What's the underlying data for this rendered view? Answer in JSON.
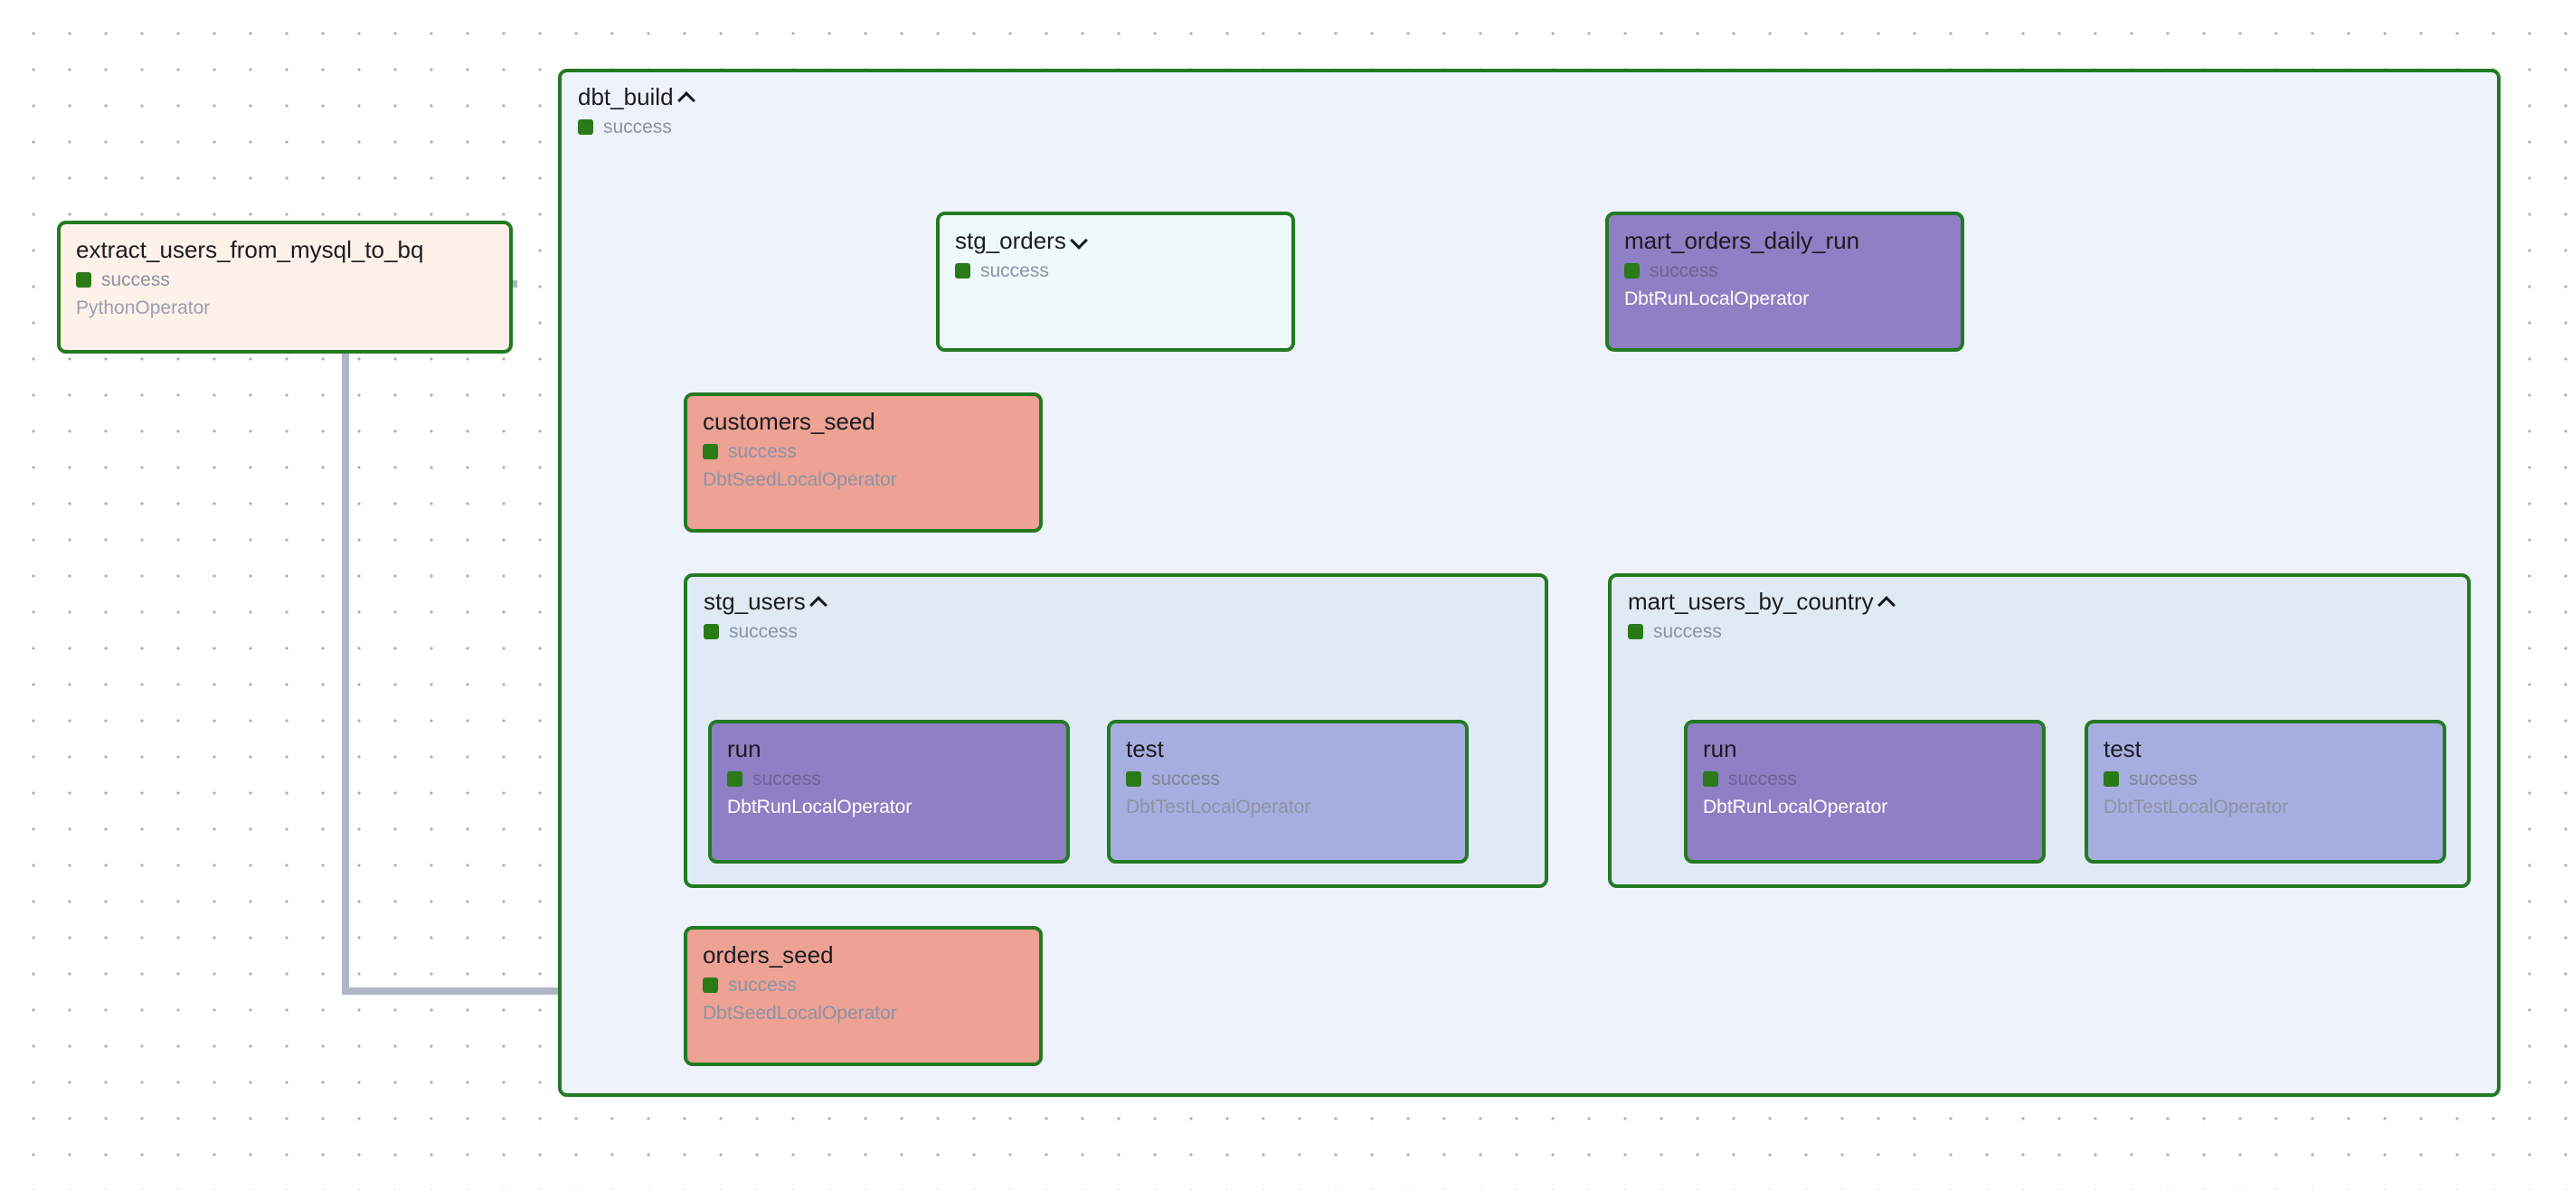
{
  "graph": {
    "background": "#ffffff",
    "accent_border": "#237a23",
    "edge_color": "#aeb6c6",
    "highlight_edge_color": "#5b9bd5"
  },
  "standalone_task": {
    "title": "extract_users_from_mysql_to_bq",
    "status": "success",
    "operator": "PythonOperator"
  },
  "dbt_build_group": {
    "title": "dbt_build",
    "status": "success",
    "toggle_icon": "chevron-up-icon"
  },
  "stg_orders": {
    "title": "stg_orders",
    "status": "success",
    "toggle_icon": "chevron-down-icon"
  },
  "mart_orders_daily_run": {
    "title": "mart_orders_daily_run",
    "status": "success",
    "operator": "DbtRunLocalOperator"
  },
  "customers_seed": {
    "title": "customers_seed",
    "status": "success",
    "operator": "DbtSeedLocalOperator"
  },
  "orders_seed": {
    "title": "orders_seed",
    "status": "success",
    "operator": "DbtSeedLocalOperator"
  },
  "stg_users_group": {
    "title": "stg_users",
    "status": "success",
    "toggle_icon": "chevron-up-icon",
    "run": {
      "title": "run",
      "status": "success",
      "operator": "DbtRunLocalOperator"
    },
    "test": {
      "title": "test",
      "status": "success",
      "operator": "DbtTestLocalOperator"
    }
  },
  "mart_users_by_country_group": {
    "title": "mart_users_by_country",
    "status": "success",
    "toggle_icon": "chevron-up-icon",
    "run": {
      "title": "run",
      "status": "success",
      "operator": "DbtRunLocalOperator"
    },
    "test": {
      "title": "test",
      "status": "success",
      "operator": "DbtTestLocalOperator"
    }
  }
}
